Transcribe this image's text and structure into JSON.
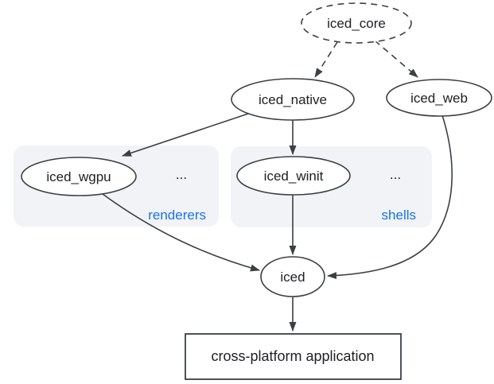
{
  "diagram": {
    "nodes": {
      "iced_core": {
        "label": "iced_core",
        "shape": "ellipse",
        "border": "dashed"
      },
      "iced_native": {
        "label": "iced_native",
        "shape": "ellipse",
        "border": "solid"
      },
      "iced_web": {
        "label": "iced_web",
        "shape": "ellipse",
        "border": "solid"
      },
      "iced_wgpu": {
        "label": "iced_wgpu",
        "shape": "ellipse",
        "border": "solid"
      },
      "iced_winit": {
        "label": "iced_winit",
        "shape": "ellipse",
        "border": "solid"
      },
      "iced": {
        "label": "iced",
        "shape": "ellipse",
        "border": "solid"
      },
      "app": {
        "label": "cross-platform application",
        "shape": "rectangle",
        "border": "solid"
      }
    },
    "groups": {
      "renderers": {
        "label": "renderers",
        "ellipsis": "...",
        "contains": [
          "iced_wgpu"
        ]
      },
      "shells": {
        "label": "shells",
        "ellipsis": "...",
        "contains": [
          "iced_winit"
        ]
      }
    },
    "edges": [
      {
        "from": "iced_core",
        "to": "iced_native",
        "style": "dashed"
      },
      {
        "from": "iced_core",
        "to": "iced_web",
        "style": "dashed"
      },
      {
        "from": "iced_native",
        "to": "iced_wgpu",
        "style": "solid"
      },
      {
        "from": "iced_native",
        "to": "iced_winit",
        "style": "solid"
      },
      {
        "from": "iced_wgpu",
        "to": "iced",
        "style": "solid"
      },
      {
        "from": "iced_winit",
        "to": "iced",
        "style": "solid"
      },
      {
        "from": "iced_web",
        "to": "iced",
        "style": "solid"
      },
      {
        "from": "iced",
        "to": "app",
        "style": "solid"
      }
    ],
    "colors": {
      "background": "#ffffff",
      "stroke": "#3c4043",
      "text": "#202124",
      "group_fill": "#f1f3f7",
      "accent": "#1a73e8"
    }
  }
}
